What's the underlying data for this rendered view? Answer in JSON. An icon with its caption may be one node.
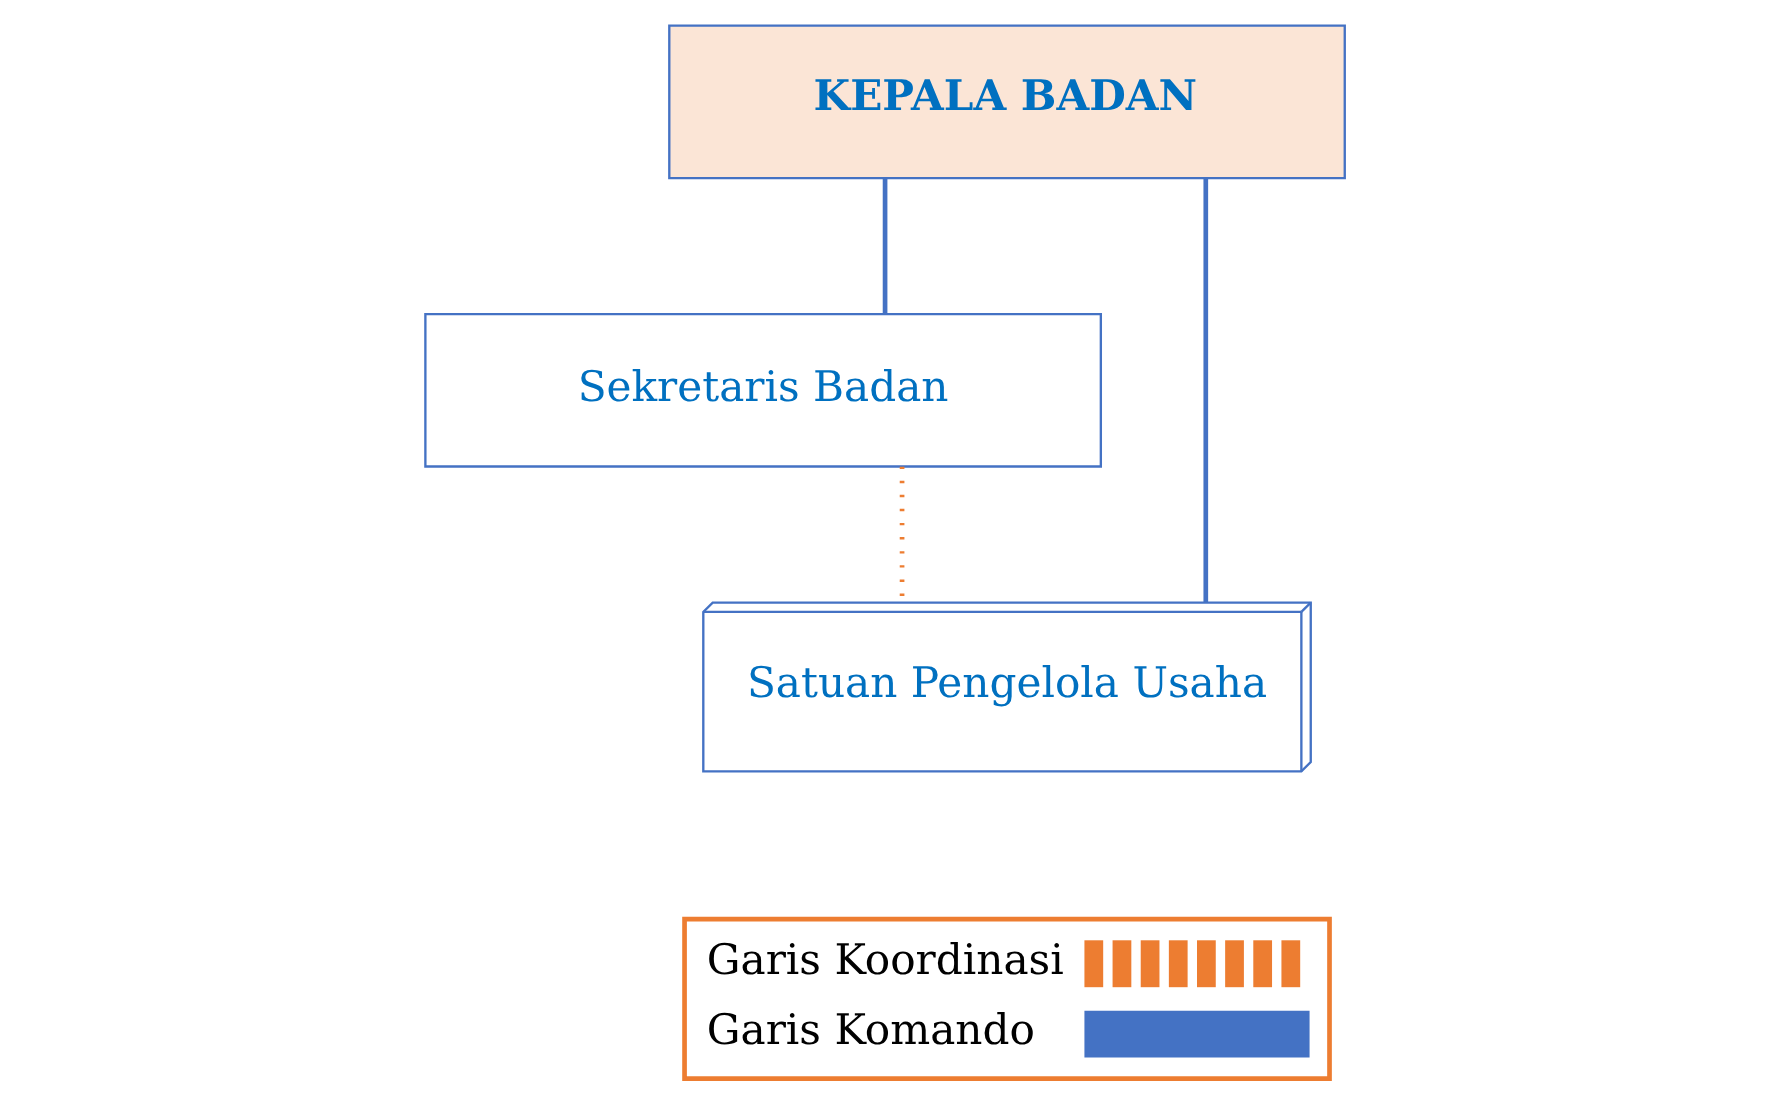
{
  "diagram": {
    "nodes": [
      {
        "text": [
          "KEPALA BADAN"
        ]
      },
      {
        "text": [
          "Sekretaris Badan"
        ]
      },
      {
        "text": [
          "Satuan Pengelola Usaha"
        ]
      }
    ],
    "edges": [
      {
        "from": 0,
        "to": 1,
        "arrow": "none"
      },
      {
        "from": 0,
        "to": 2,
        "arrow": "none"
      },
      {
        "from": 1,
        "to": 2,
        "arrow": "none",
        "style": "dashed",
        "color": "#ed7d31"
      }
    ],
    "legend": [
      {
        "text": "Garis Koordinasi"
      },
      {
        "text": "Garis Komando"
      }
    ]
  }
}
